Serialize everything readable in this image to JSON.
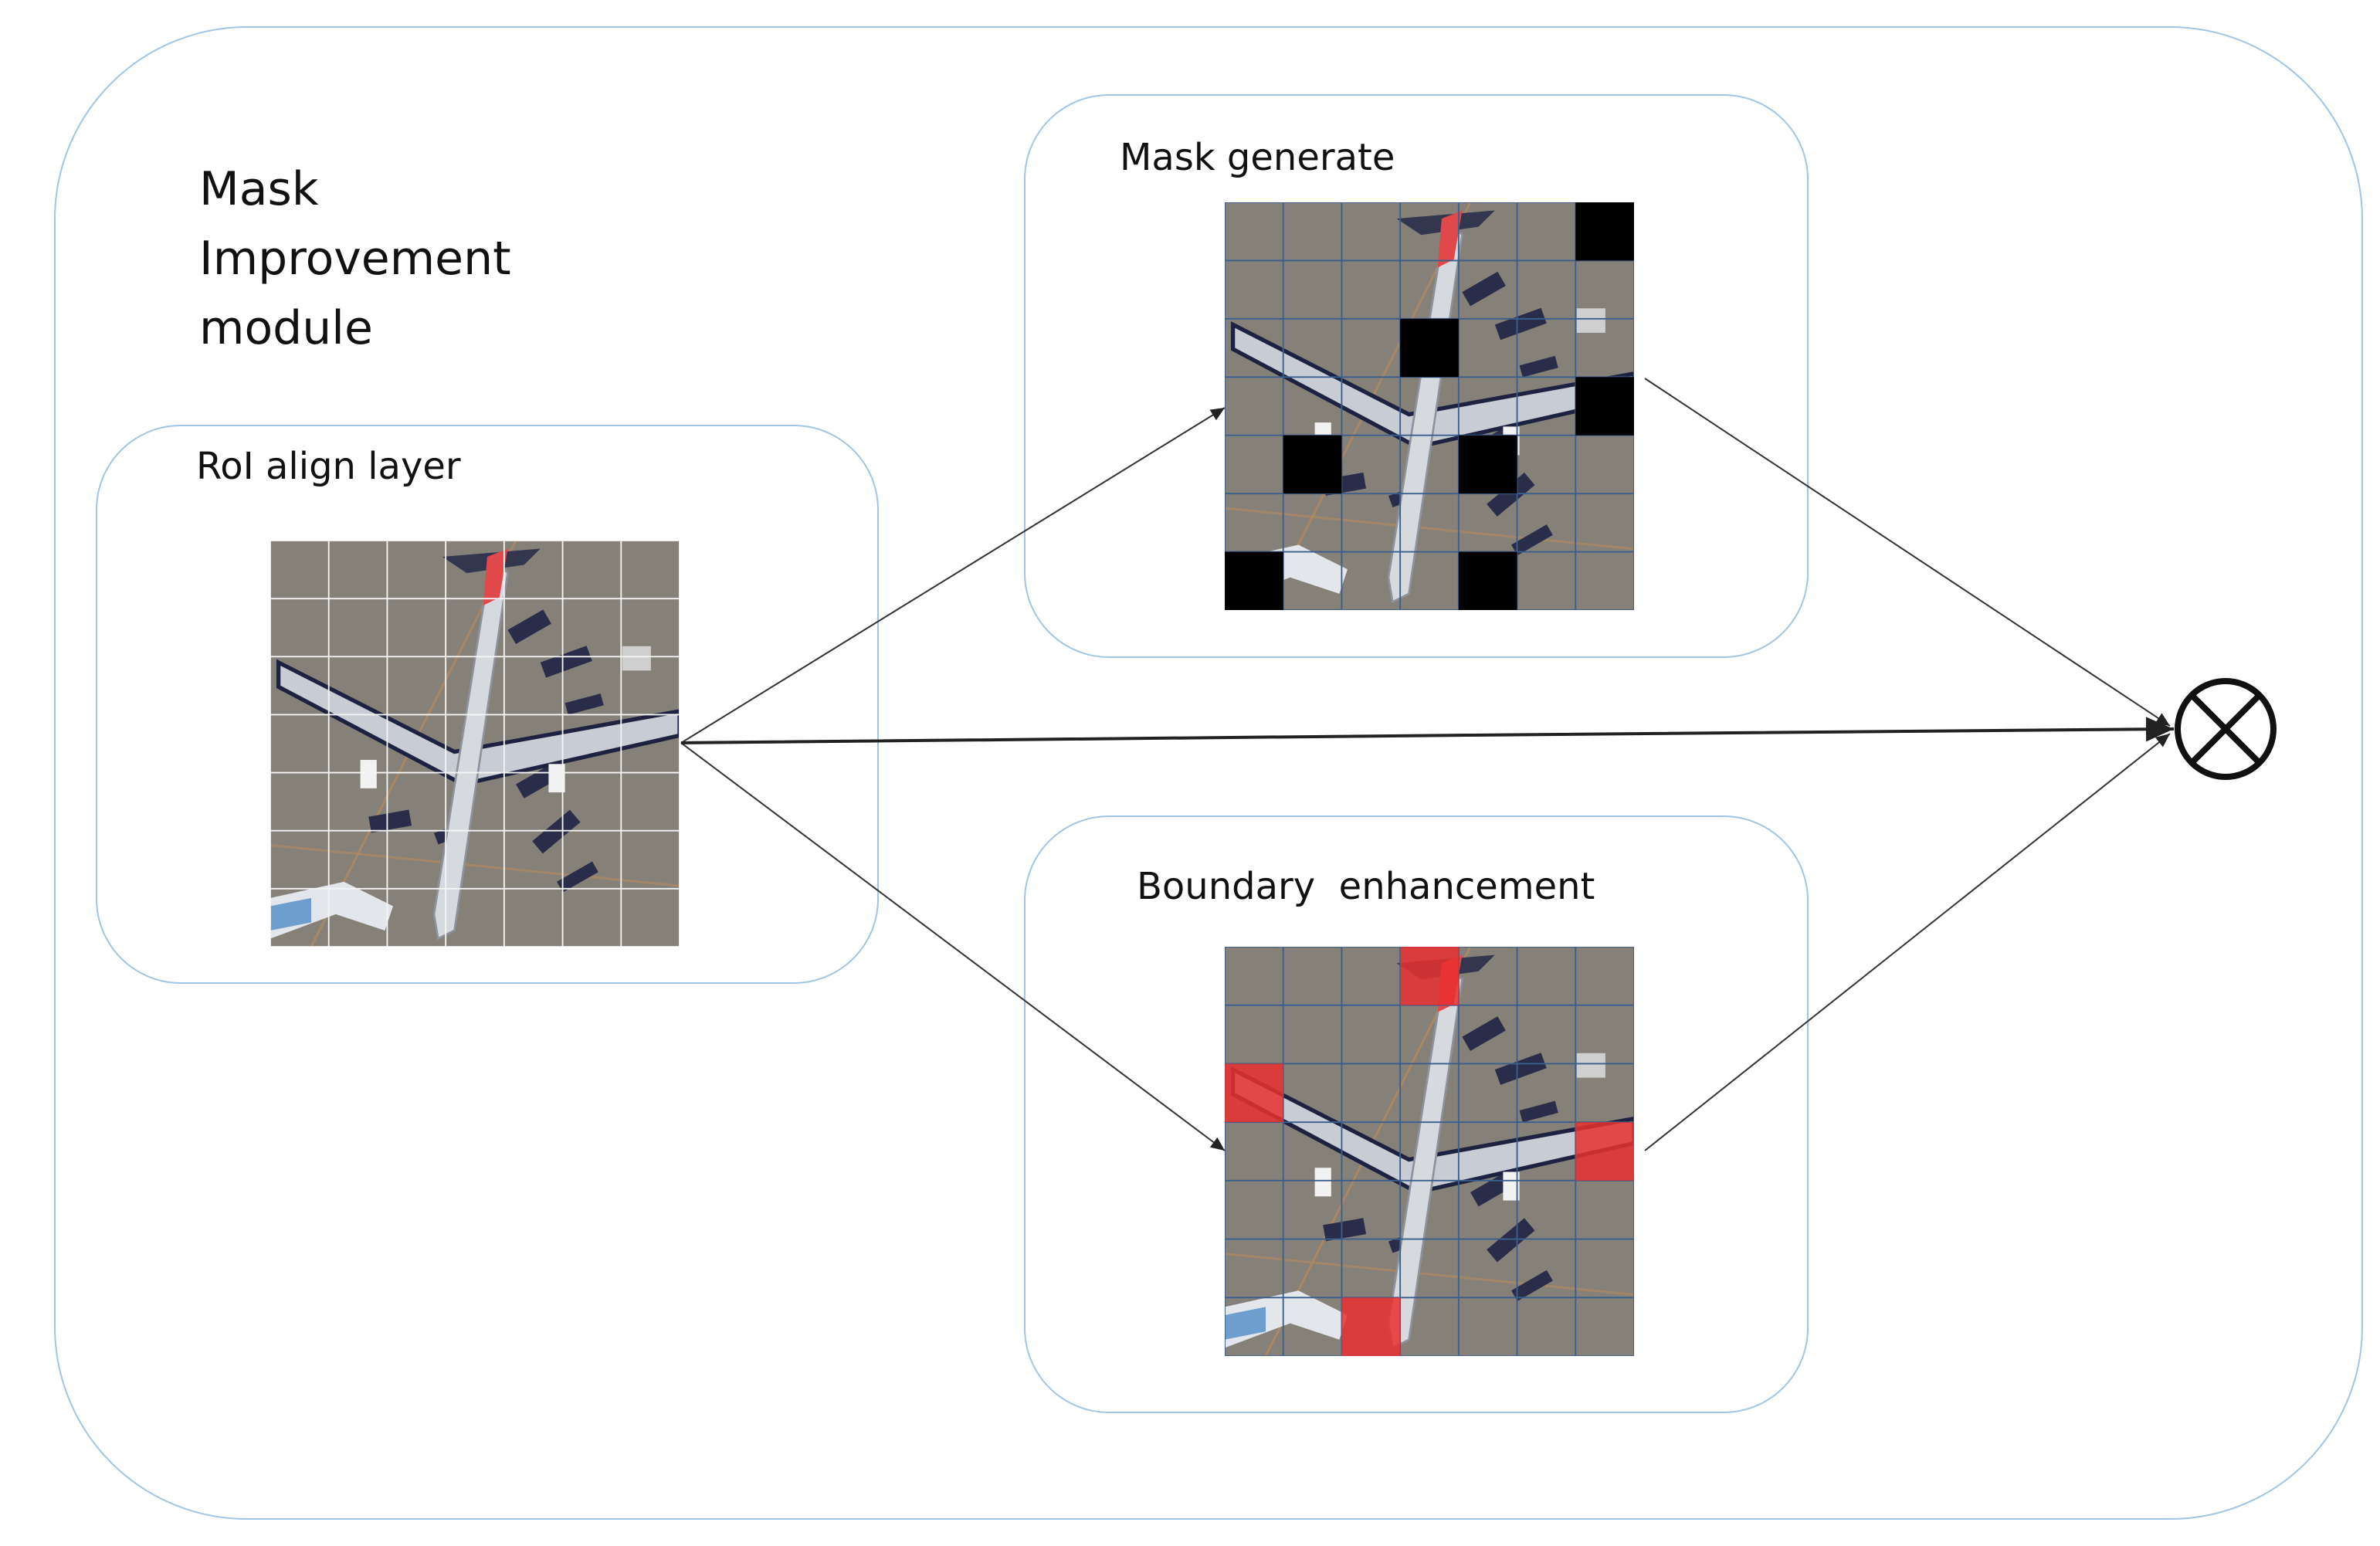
{
  "diagram": {
    "title": "Mask\nImprovement\nmodule",
    "roi_layer": {
      "label": "RoI align layer"
    },
    "mask_generate": {
      "label": "Mask generate"
    },
    "boundary_enhancement": {
      "label": "Boundary  enhancement"
    },
    "output_operator": {
      "symbol": "multiply-circle-icon"
    }
  },
  "grid": {
    "size": 7,
    "mask_black_cells": [
      [
        0,
        6
      ],
      [
        2,
        3
      ],
      [
        3,
        6
      ],
      [
        4,
        1
      ],
      [
        4,
        4
      ],
      [
        6,
        0
      ],
      [
        6,
        4
      ]
    ],
    "boundary_red_cells": [
      [
        0,
        3
      ],
      [
        2,
        0
      ],
      [
        3,
        6
      ],
      [
        6,
        2
      ]
    ]
  },
  "colors": {
    "box_border": "#9fc6e6",
    "roi_grid": "#f4f4f4",
    "mask_grid": "#3a5f8f",
    "mask_fill": "#000000",
    "boundary_fill": "#e8302f",
    "tarmac": "#858078",
    "fuselage": "#d6d9de",
    "tail": "#e0484a"
  }
}
